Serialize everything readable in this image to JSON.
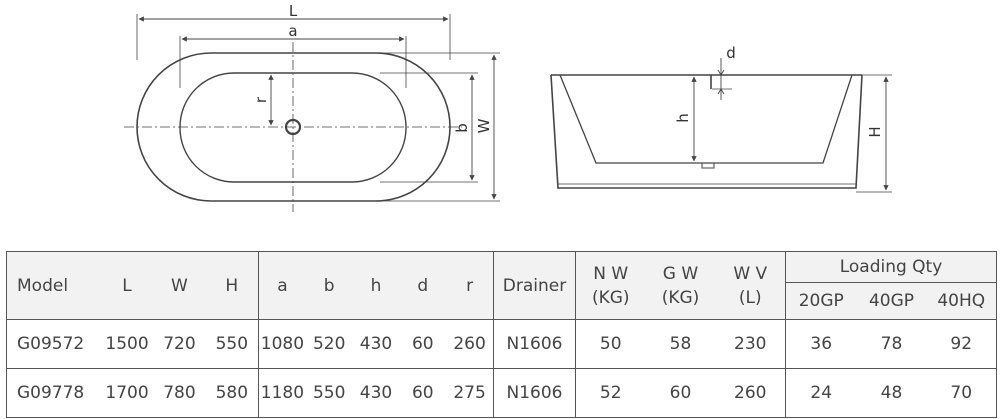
{
  "diagram": {
    "top_view": {
      "labels": {
        "L": "L",
        "a": "a",
        "W": "W",
        "b": "b",
        "r": "r"
      }
    },
    "side_view": {
      "labels": {
        "d": "d",
        "h": "h",
        "H": "H"
      }
    }
  },
  "table": {
    "group1_headers": [
      "Model",
      "L",
      "W",
      "H"
    ],
    "group2_headers": [
      "a",
      "b",
      "h",
      "d",
      "r"
    ],
    "drainer_header": "Drainer",
    "nw_header": [
      "N W",
      "(KG)"
    ],
    "gw_header": [
      "G W",
      "(KG)"
    ],
    "wv_header": [
      "W V",
      "(L)"
    ],
    "loading_header": "Loading Qty",
    "loading_sub": [
      "20GP",
      "40GP",
      "40HQ"
    ],
    "rows": [
      {
        "group1": [
          "G09572",
          "1500",
          "720",
          "550"
        ],
        "group2": [
          "1080",
          "520",
          "430",
          "60",
          "260"
        ],
        "drainer": "N1606",
        "nw": "50",
        "gw": "58",
        "wv": "230",
        "loading": [
          "36",
          "78",
          "92"
        ]
      },
      {
        "group1": [
          "G09778",
          "1700",
          "780",
          "580"
        ],
        "group2": [
          "1180",
          "550",
          "430",
          "60",
          "275"
        ],
        "drainer": "N1606",
        "nw": "52",
        "gw": "60",
        "wv": "260",
        "loading": [
          "24",
          "48",
          "70"
        ]
      }
    ]
  }
}
